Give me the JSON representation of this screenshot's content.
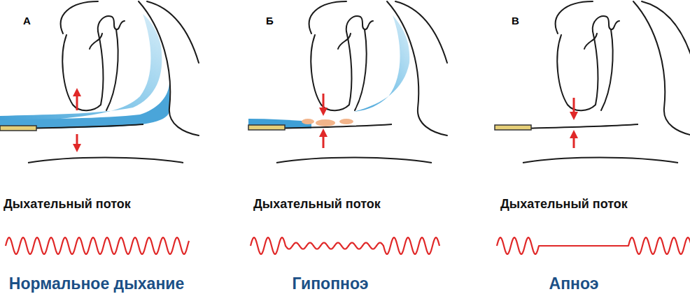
{
  "diagram": {
    "labels": [
      "А",
      "Б",
      "В",
      "Дыхательный поток",
      "Дыхательный поток",
      "Дыхательный поток",
      "Нормальное дыхание",
      "Гипопноэ",
      "Апноэ"
    ]
  }
}
